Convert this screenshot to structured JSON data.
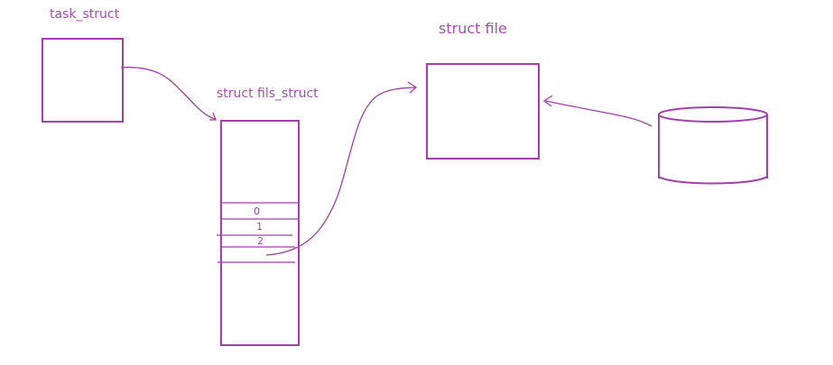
{
  "labels": {
    "task_struct": "task_struct",
    "files_struct": "struct fils_struct",
    "file": "struct file"
  },
  "fd_indices": [
    "0",
    "1",
    "2"
  ],
  "colors": {
    "stroke": "#a040a8",
    "text": "#a64db0"
  }
}
